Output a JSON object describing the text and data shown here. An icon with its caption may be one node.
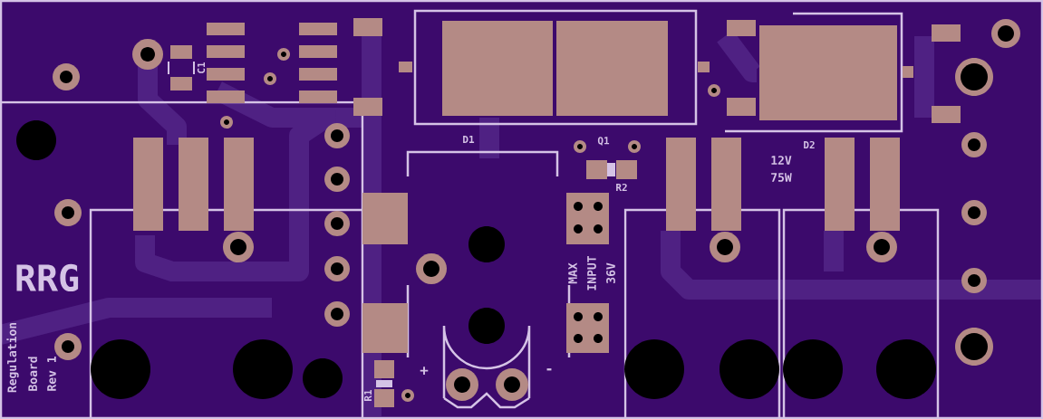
{
  "diagram": {
    "labels": [
      "C1",
      "D1",
      "Q1",
      "R2",
      "D2",
      "12V",
      "75W",
      "RRG",
      "MAX",
      "INPUT",
      "36V",
      "+",
      "-",
      "R1",
      "Regulation",
      "Board",
      "Rev 1"
    ]
  }
}
